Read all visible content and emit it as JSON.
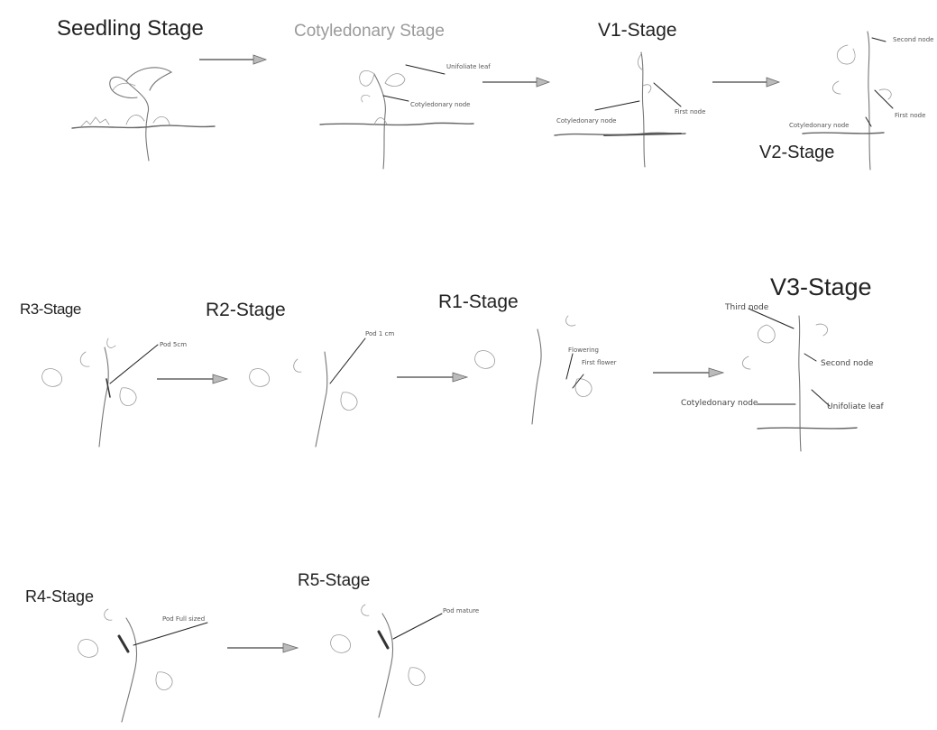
{
  "stages": {
    "seedling": "Seedling Stage",
    "cotyledonary": "Cotyledonary Stage",
    "v1": "V1-Stage",
    "v2": "V2-Stage",
    "v3": "V3-Stage",
    "r1": "R1-Stage",
    "r2": "R2-Stage",
    "r3": "R3-Stage",
    "r4": "R4-Stage",
    "r5": "R5-Stage"
  },
  "labels": {
    "unifoliate_leaf": "Unifoliate leaf",
    "cotyledonary_node": "Cotyledonary node",
    "first_node": "First node",
    "second_node": "Second node",
    "third_node": "Third node",
    "flowering": "Flowering",
    "first_flower": "First flower",
    "pod_1cm": "Pod 1 cm",
    "pod_5cm": "Pod 5cm",
    "pod_full_sized": "Pod Full sized",
    "pod_mature": "Pod mature"
  },
  "colors": {
    "text": "#222222",
    "faded_text": "#9a9a9a",
    "drawing": "#777777"
  }
}
